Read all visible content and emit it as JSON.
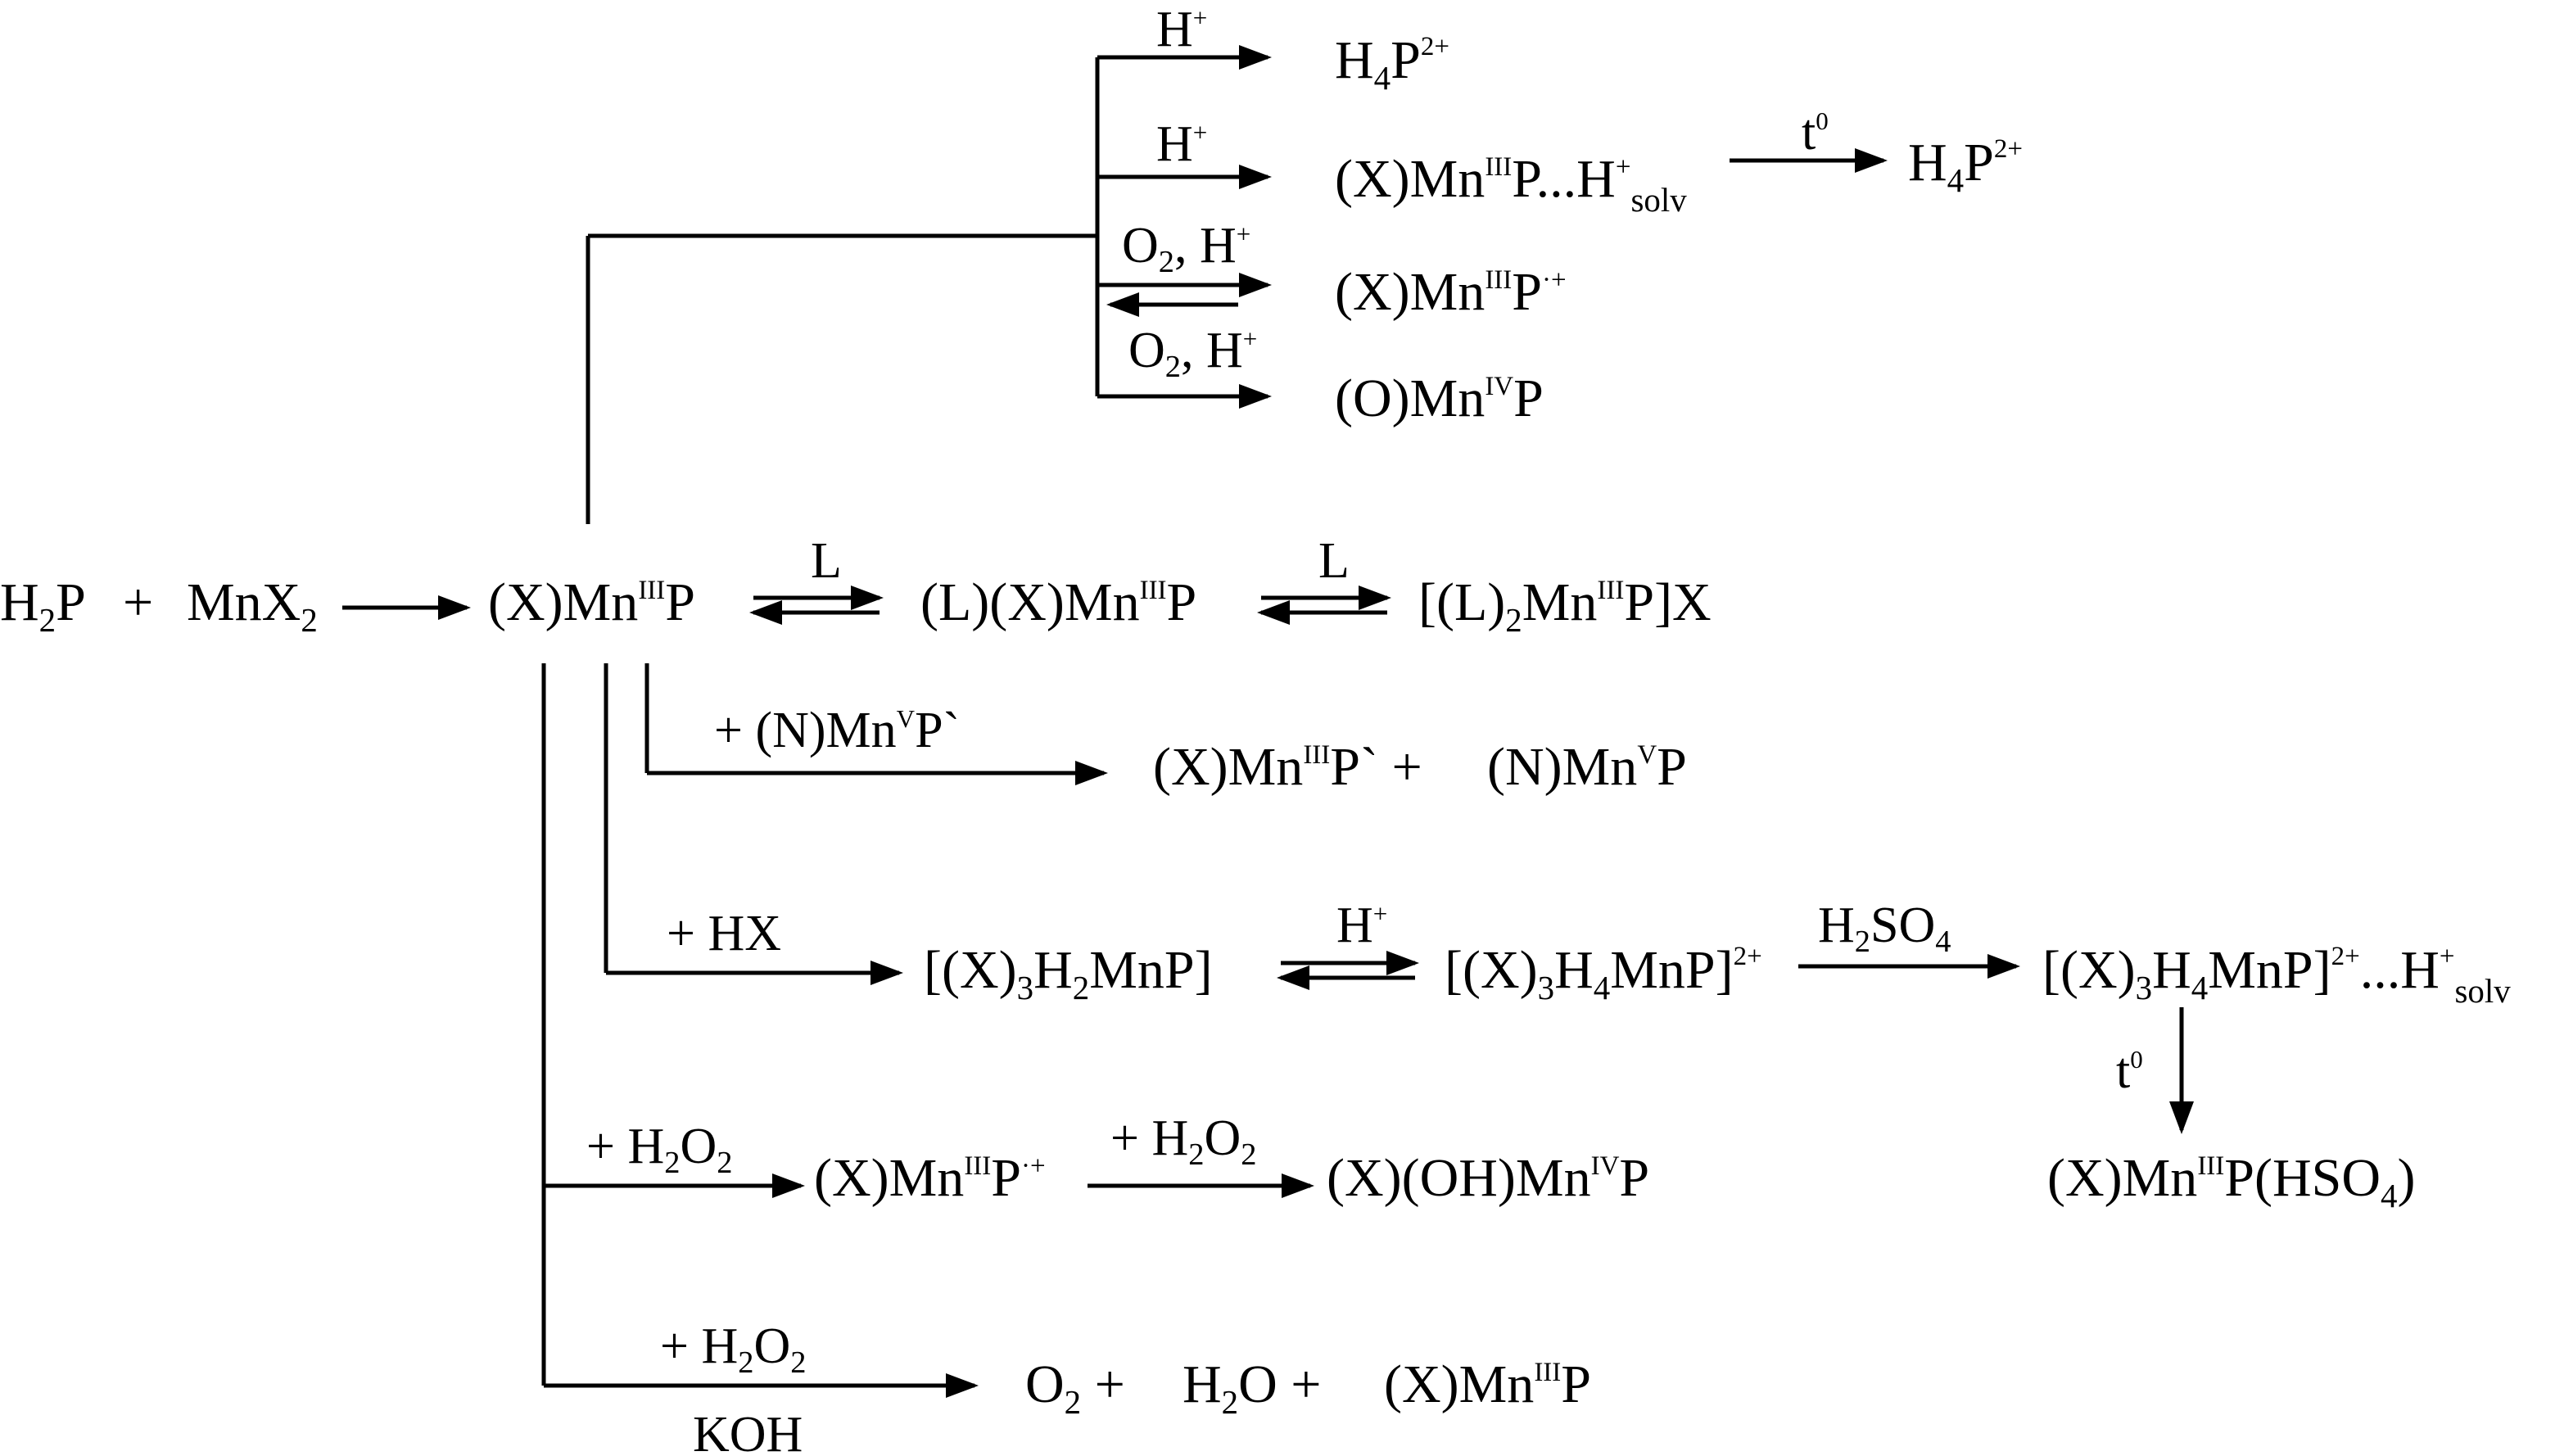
{
  "species": {
    "h2p": {
      "t": "H",
      "s": "2",
      "t2": "P"
    },
    "mnx2": {
      "t": "MnX",
      "s": "2"
    },
    "xmnp": {
      "t": "(X)Mn",
      "u": "III",
      "t2": "P"
    },
    "lxmnp": {
      "t": "(L)(X)Mn",
      "u": "III",
      "t2": "P"
    },
    "l2mnp_a": "[(L)",
    "l2mnp_s": "2",
    "l2mnp_b": "Mn",
    "l2mnp_u": "III",
    "l2mnp_c": "P]X",
    "h4p": {
      "t": "H",
      "s": "4",
      "t2": "P",
      "u": "2+"
    },
    "h4p_2": {
      "t": "H",
      "s": "4",
      "t2": "P",
      "u": "2+"
    },
    "xmnp_hsolv_a": "(X)Mn",
    "xmnp_hsolv_u": "III",
    "xmnp_hsolv_b": "P...H",
    "xmnp_hsolv_u2": "+",
    "xmnp_hsolv_s": "solv",
    "xmnp_rad": {
      "t": "(X)Mn",
      "u": "III",
      "t2": "P",
      "u2": "·+"
    },
    "omnivp": {
      "t": "(O)Mn",
      "u": "IV",
      "t2": "P"
    },
    "xmnp_prime": {
      "t": "(X)Mn",
      "u": "III",
      "t2": "P` +"
    },
    "nmnvp": {
      "t": "(N)Mn",
      "u": "V",
      "t2": "P"
    },
    "x3h2mnp_a": "[(X)",
    "x3h2mnp_s": "3",
    "x3h2mnp_b": "H",
    "x3h2mnp_s2": "2",
    "x3h2mnp_c": "MnP]",
    "x3h4mnp_a": "[(X)",
    "x3h4mnp_s": "3",
    "x3h4mnp_b": "H",
    "x3h4mnp_s2": "4",
    "x3h4mnp_c": "MnP]",
    "x3h4mnp_u": "2+",
    "x3h4mnp_h_a": "[(X)",
    "x3h4mnp_h_s": "3",
    "x3h4mnp_h_b": "H",
    "x3h4mnp_h_s2": "4",
    "x3h4mnp_h_c": "MnP]",
    "x3h4mnp_h_u": "2+",
    "x3h4mnp_h_d": "...H",
    "x3h4mnp_h_u2": "+",
    "x3h4mnp_h_s3": "solv",
    "xmnp_hso4_a": "(X)Mn",
    "xmnp_hso4_u": "III",
    "xmnp_hso4_b": "P(HSO",
    "xmnp_hso4_s": "4",
    "xmnp_hso4_c": ")",
    "xmnp_rad2": {
      "t": "(X)Mn",
      "u": "III",
      "t2": "P",
      "u2": "·+"
    },
    "xohmnp": {
      "t": "(X)(OH)Mn",
      "u": "IV",
      "t2": "P"
    },
    "o2": {
      "t": "O",
      "s": "2",
      "t2": " + "
    },
    "h2o": {
      "t": "H",
      "s": "2",
      "t2": "O + "
    },
    "xmnp_final": {
      "t": "(X)Mn",
      "u": "III",
      "t2": "P"
    }
  },
  "reagents": {
    "h_plus_1": {
      "t": "H",
      "u": "+"
    },
    "h_plus_2": {
      "t": "H",
      "u": "+"
    },
    "o2_h_1": {
      "t": "O",
      "s": "2",
      "t2": ", H",
      "u": "+"
    },
    "o2_h_2": {
      "t": "O",
      "s": "2",
      "t2": ", H",
      "u": "+"
    },
    "t0_1": {
      "t": "t",
      "u": "0"
    },
    "L_1": "L",
    "L_2": "L",
    "n_mnvp": {
      "t": "+ (N)Mn",
      "u": "V",
      "t2": "P`"
    },
    "hx": "+ HX",
    "h_plus_3": {
      "t": "H",
      "u": "+"
    },
    "h2so4": {
      "t": "H",
      "s": "2",
      "t2": "SO",
      "s2": "4"
    },
    "t0_2": {
      "t": "t",
      "u": "0"
    },
    "h2o2_1": {
      "t": "+ H",
      "s": "2",
      "t2": "O",
      "s2": "2"
    },
    "h2o2_2": {
      "t": "+ H",
      "s": "2",
      "t2": "O",
      "s2": "2"
    },
    "h2o2_3": {
      "t": "+ H",
      "s": "2",
      "t2": "O",
      "s2": "2"
    },
    "koh": "KOH"
  },
  "plus_signs": {
    "main": "+",
    "final_1": "+",
    "final_2": "+"
  }
}
